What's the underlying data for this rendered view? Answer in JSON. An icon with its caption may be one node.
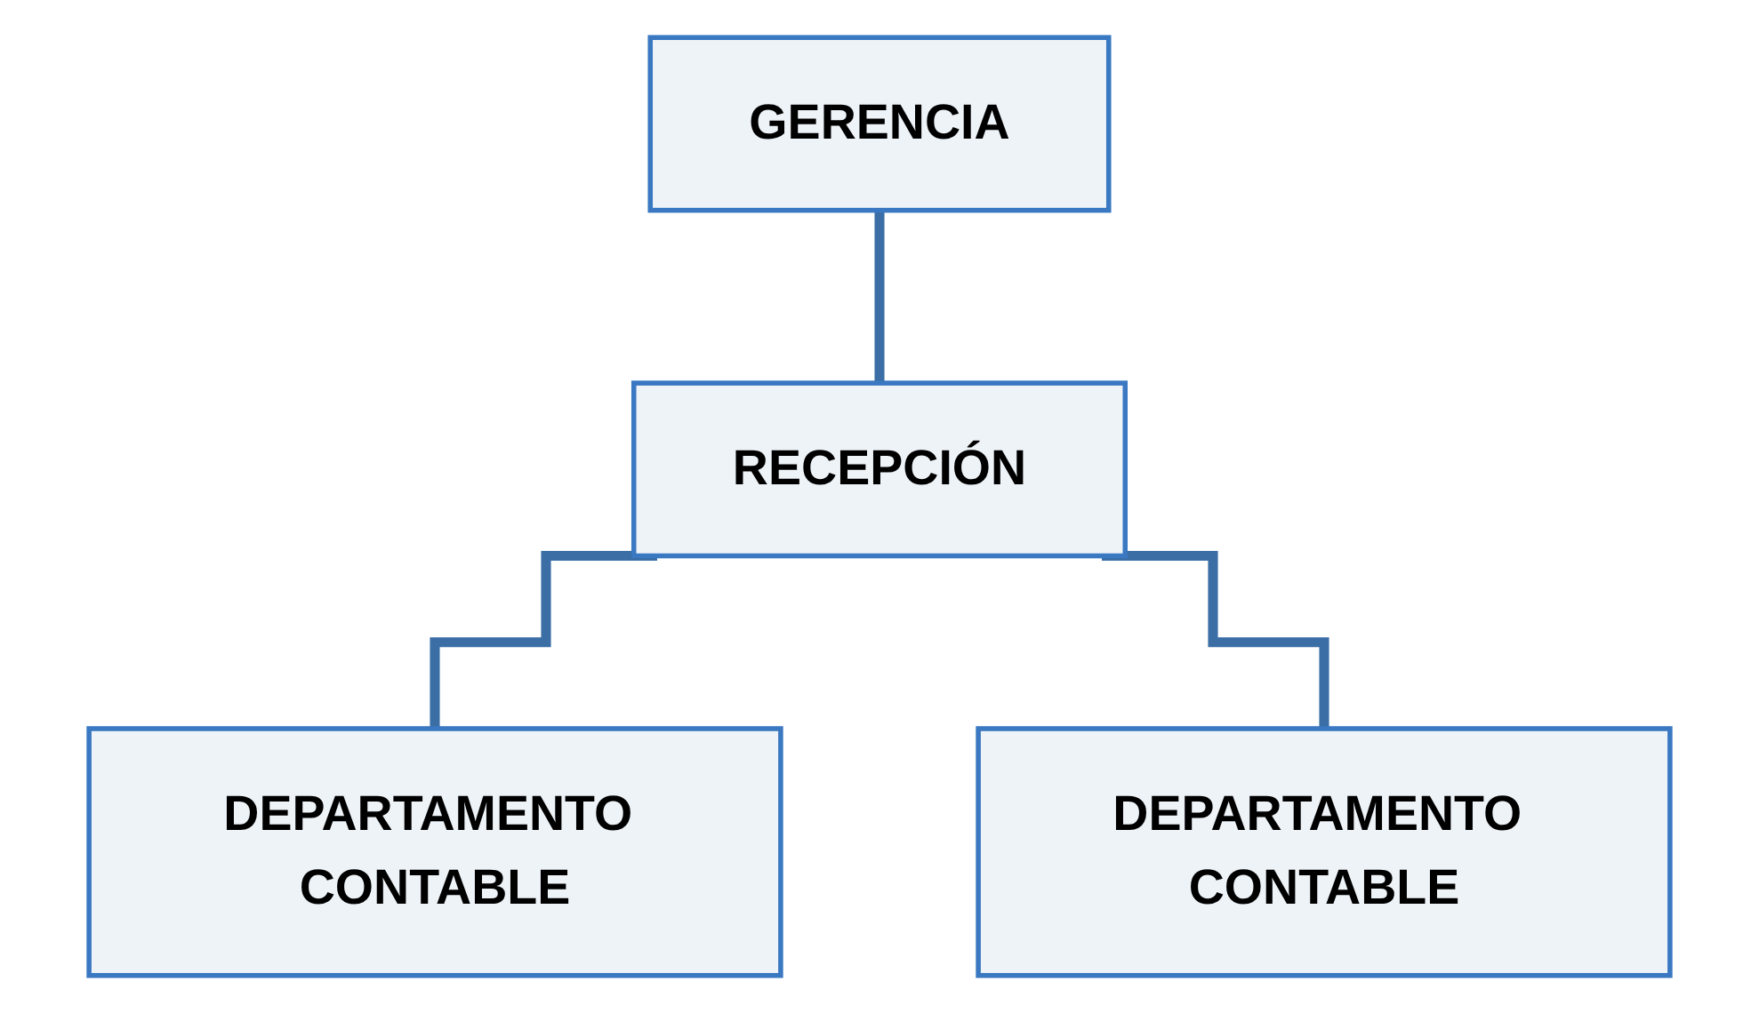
{
  "diagram": {
    "nodes": [
      {
        "text": [
          "GERENCIA"
        ]
      },
      {
        "text": [
          "RECEPCIÓN"
        ]
      },
      {
        "text": [
          "DEPARTAMENTO CONTABLE"
        ]
      },
      {
        "text": [
          "DEPARTAMENTO CONTABLE"
        ]
      }
    ],
    "edges": [
      {
        "from": 0,
        "to": 1,
        "arrow": "none"
      },
      {
        "from": 1,
        "to": 2,
        "arrow": "none"
      },
      {
        "from": 1,
        "to": 3,
        "arrow": "none"
      }
    ]
  }
}
